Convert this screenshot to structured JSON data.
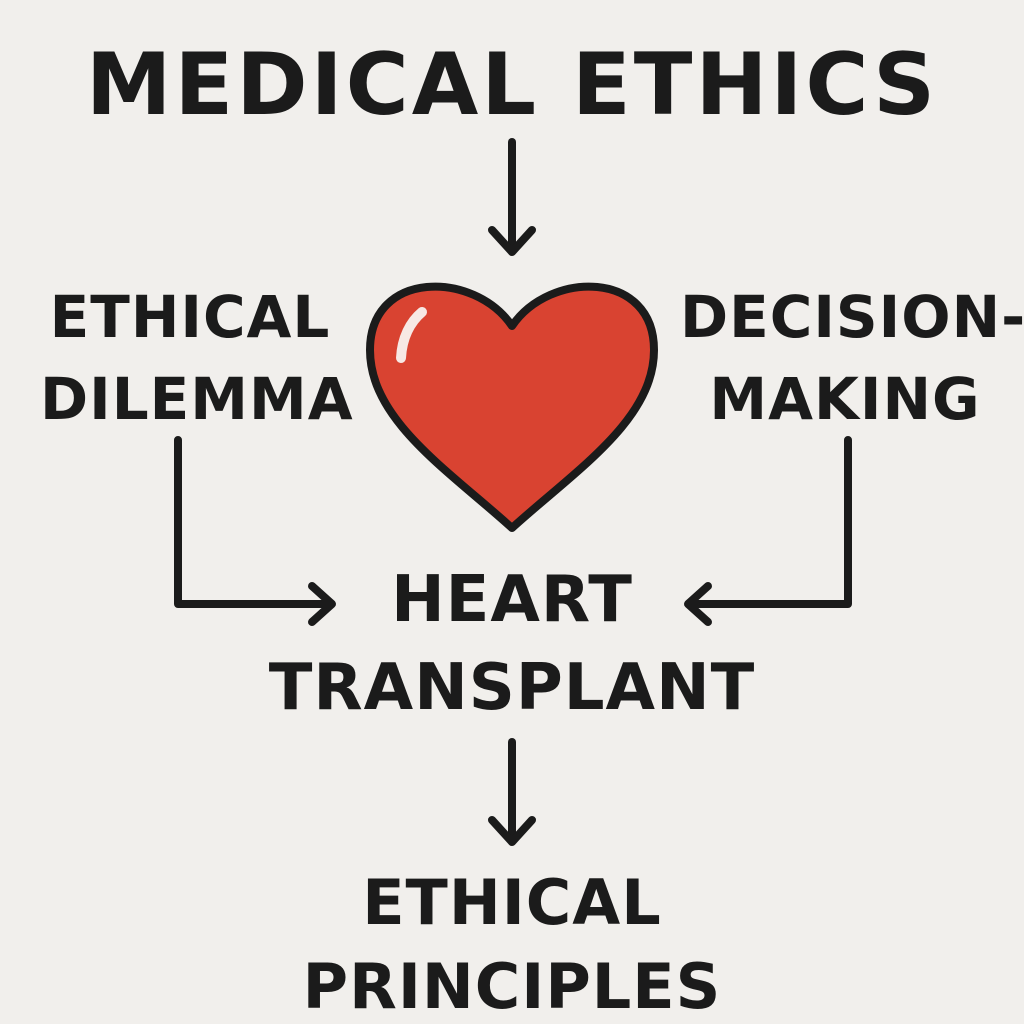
{
  "diagram": {
    "title": "MEDICAL ETHICS",
    "left": {
      "line1": "ETHICAL",
      "line2": "DILEMMA"
    },
    "right": {
      "line1": "DECISION-",
      "line2": "MAKING"
    },
    "center": {
      "line1": "HEART",
      "line2": "TRANSPLANT"
    },
    "bottom": {
      "line1": "ETHICAL",
      "line2": "PRINCIPLES"
    },
    "center_icon": "heart-icon"
  },
  "colors": {
    "background": "#f1efec",
    "ink": "#1b1b1b",
    "heart_fill": "#d94331",
    "heart_highlight": "#f7e8e4"
  }
}
